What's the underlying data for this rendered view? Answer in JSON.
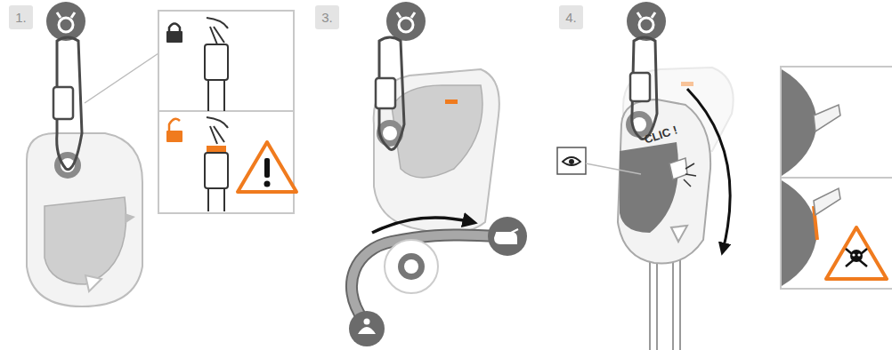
{
  "diagram": {
    "nodes": [
      {
        "text": [
          "1."
        ]
      },
      {
        "text": [
          "3."
        ]
      },
      {
        "text": [
          "4."
        ]
      }
    ],
    "labels": [
      "CLIC !"
    ]
  }
}
